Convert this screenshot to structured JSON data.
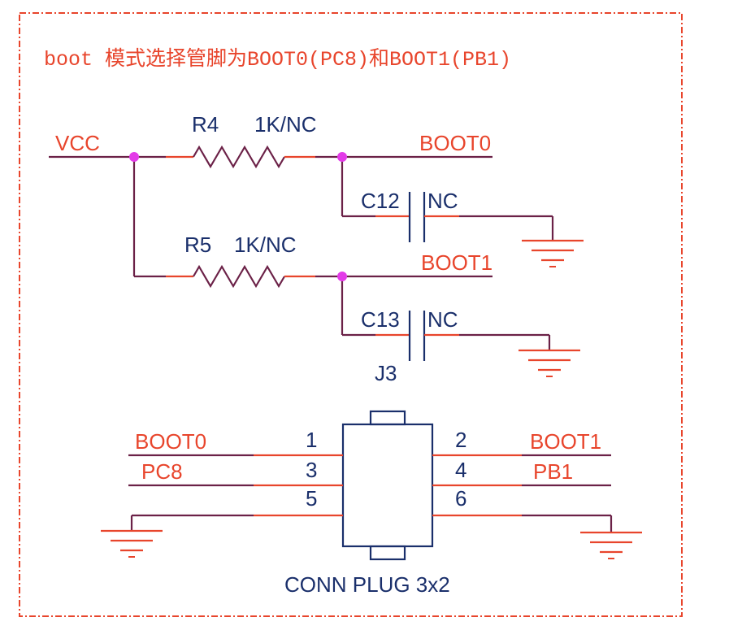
{
  "note": "boot 模式选择管脚为BOOT0(PC8)和BOOT1(PB1)",
  "net_labels": {
    "vcc": "VCC",
    "boot0": "BOOT0",
    "boot1": "BOOT1"
  },
  "components": {
    "r4": {
      "ref": "R4",
      "value": "1K/NC"
    },
    "r5": {
      "ref": "R5",
      "value": "1K/NC"
    },
    "c12": {
      "ref": "C12",
      "value": "NC"
    },
    "c13": {
      "ref": "C13",
      "value": "NC"
    },
    "j3": {
      "ref": "J3",
      "value": "CONN PLUG 3x2",
      "pins": [
        {
          "number": "1",
          "net": "BOOT0"
        },
        {
          "number": "2",
          "net": "BOOT1"
        },
        {
          "number": "3",
          "net": "PC8"
        },
        {
          "number": "4",
          "net": "PB1"
        },
        {
          "number": "5",
          "net": ""
        },
        {
          "number": "6",
          "net": ""
        }
      ]
    }
  },
  "colors": {
    "wire": "#6b2147",
    "pin": "#e8452c",
    "label": "#e8452c",
    "part": "#1a2f6b",
    "junction": "#e33be8",
    "border": "#e8452c"
  }
}
